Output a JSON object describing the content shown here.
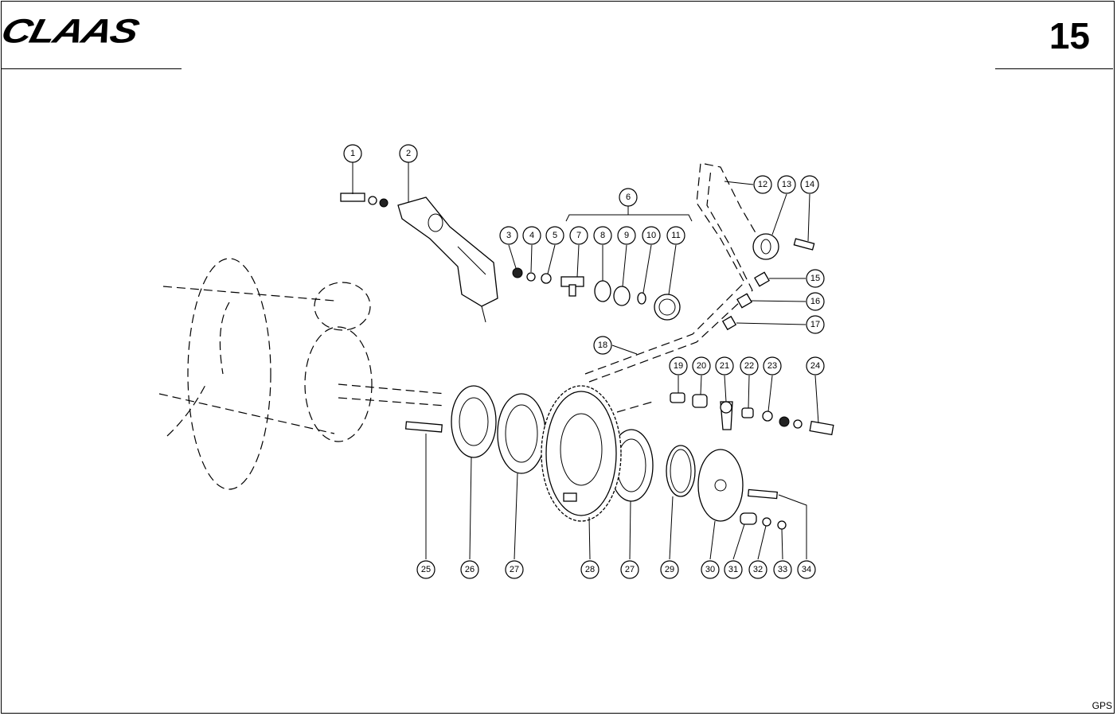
{
  "header": {
    "brand_logo": "CLAAS",
    "page_number": "15"
  },
  "footer": {
    "code": "GPS"
  },
  "callouts": [
    "1",
    "2",
    "3",
    "4",
    "5",
    "6",
    "7",
    "8",
    "9",
    "10",
    "11",
    "12",
    "13",
    "14",
    "15",
    "16",
    "17",
    "18",
    "19",
    "20",
    "21",
    "22",
    "23",
    "24",
    "25",
    "26",
    "27",
    "28",
    "27",
    "29",
    "30",
    "31",
    "32",
    "33",
    "34"
  ]
}
